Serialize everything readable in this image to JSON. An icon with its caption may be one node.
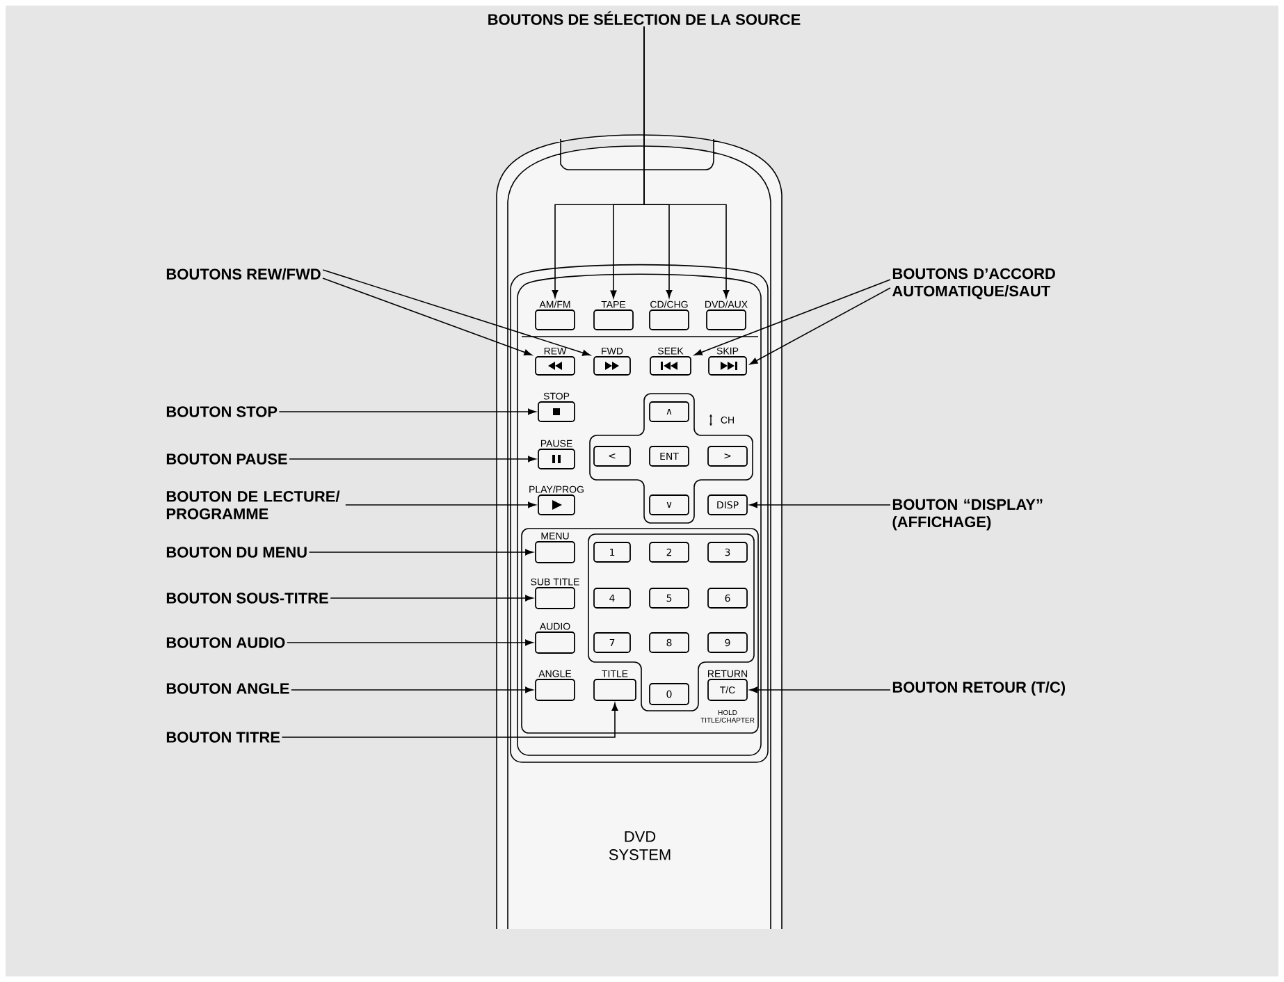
{
  "diagram": {
    "nodes": [
      {
        "text": [
          "BOUTONS DE SÉLECTION DE LA SOURCE"
        ]
      },
      {
        "text": [
          "AM/FM"
        ]
      },
      {
        "text": [
          "TAPE"
        ]
      },
      {
        "text": [
          "CD/CHG"
        ]
      },
      {
        "text": [
          "DVD/AUX"
        ]
      },
      {
        "text": [
          "BOUTONS REW/FWD"
        ]
      },
      {
        "text": [
          "REW"
        ]
      },
      {
        "text": [
          "FWD"
        ]
      },
      {
        "text": [
          "BOUTONS D’ACCORD AUTOMATIQUE/SAUT"
        ]
      },
      {
        "text": [
          "SEEK"
        ]
      },
      {
        "text": [
          "SKIP"
        ]
      },
      {
        "text": [
          "BOUTON STOP"
        ]
      },
      {
        "text": [
          "STOP"
        ]
      },
      {
        "text": [
          "BOUTON PAUSE"
        ]
      },
      {
        "text": [
          "PAUSE"
        ]
      },
      {
        "text": [
          "BOUTON DE LECTURE/ PROGRAMME"
        ]
      },
      {
        "text": [
          "PLAY/PROG"
        ]
      },
      {
        "text": [
          "∧"
        ]
      },
      {
        "text": [
          "<"
        ]
      },
      {
        "text": [
          "ENT"
        ]
      },
      {
        "text": [
          ">"
        ]
      },
      {
        "text": [
          "∨"
        ]
      },
      {
        "text": [
          "BOUTON “DISPLAY” (AFFICHAGE)"
        ]
      },
      {
        "text": [
          "DISP"
        ]
      },
      {
        "text": [
          "BOUTON DU MENU"
        ]
      },
      {
        "text": [
          "MENU"
        ]
      },
      {
        "text": [
          "1"
        ]
      },
      {
        "text": [
          "2"
        ]
      },
      {
        "text": [
          "3"
        ]
      },
      {
        "text": [
          "BOUTON SOUS-TITRE"
        ]
      },
      {
        "text": [
          "SUB TITLE"
        ]
      },
      {
        "text": [
          "4"
        ]
      },
      {
        "text": [
          "5"
        ]
      },
      {
        "text": [
          "6"
        ]
      },
      {
        "text": [
          "BOUTON AUDIO"
        ]
      },
      {
        "text": [
          "AUDIO"
        ]
      },
      {
        "text": [
          "7"
        ]
      },
      {
        "text": [
          "8"
        ]
      },
      {
        "text": [
          "9"
        ]
      },
      {
        "text": [
          "BOUTON ANGLE"
        ]
      },
      {
        "text": [
          "ANGLE"
        ]
      },
      {
        "text": [
          "TITLE"
        ]
      },
      {
        "text": [
          "0"
        ]
      },
      {
        "text": [
          "RETURN",
          "T/C"
        ]
      },
      {
        "text": [
          "BOUTON RETOUR (T/C)"
        ]
      },
      {
        "text": [
          "BOUTON TITRE"
        ]
      }
    ],
    "edges": [
      {
        "from": 0,
        "to": 1,
        "arrow": "to"
      },
      {
        "from": 0,
        "to": 2,
        "arrow": "to"
      },
      {
        "from": 0,
        "to": 3,
        "arrow": "to"
      },
      {
        "from": 0,
        "to": 4,
        "arrow": "to"
      },
      {
        "from": 5,
        "to": 6,
        "arrow": "to"
      },
      {
        "from": 5,
        "to": 7,
        "arrow": "to"
      },
      {
        "from": 8,
        "to": 9,
        "arrow": "to"
      },
      {
        "from": 8,
        "to": 10,
        "arrow": "to"
      },
      {
        "from": 11,
        "to": 12,
        "arrow": "to"
      },
      {
        "from": 13,
        "to": 14,
        "arrow": "to"
      },
      {
        "from": 15,
        "to": 16,
        "arrow": "to"
      },
      {
        "from": 22,
        "to": 23,
        "arrow": "to"
      },
      {
        "from": 24,
        "to": 25,
        "arrow": "to"
      },
      {
        "from": 29,
        "to": 30,
        "arrow": "to"
      },
      {
        "from": 34,
        "to": 35,
        "arrow": "to"
      },
      {
        "from": 39,
        "to": 40,
        "arrow": "to"
      },
      {
        "from": 44,
        "to": 43,
        "arrow": "to"
      },
      {
        "from": 45,
        "to": 41,
        "arrow": "to"
      }
    ],
    "labels": [
      "CH",
      "HOLD TITLE/CHAPTER",
      "DVD SYSTEM"
    ]
  }
}
